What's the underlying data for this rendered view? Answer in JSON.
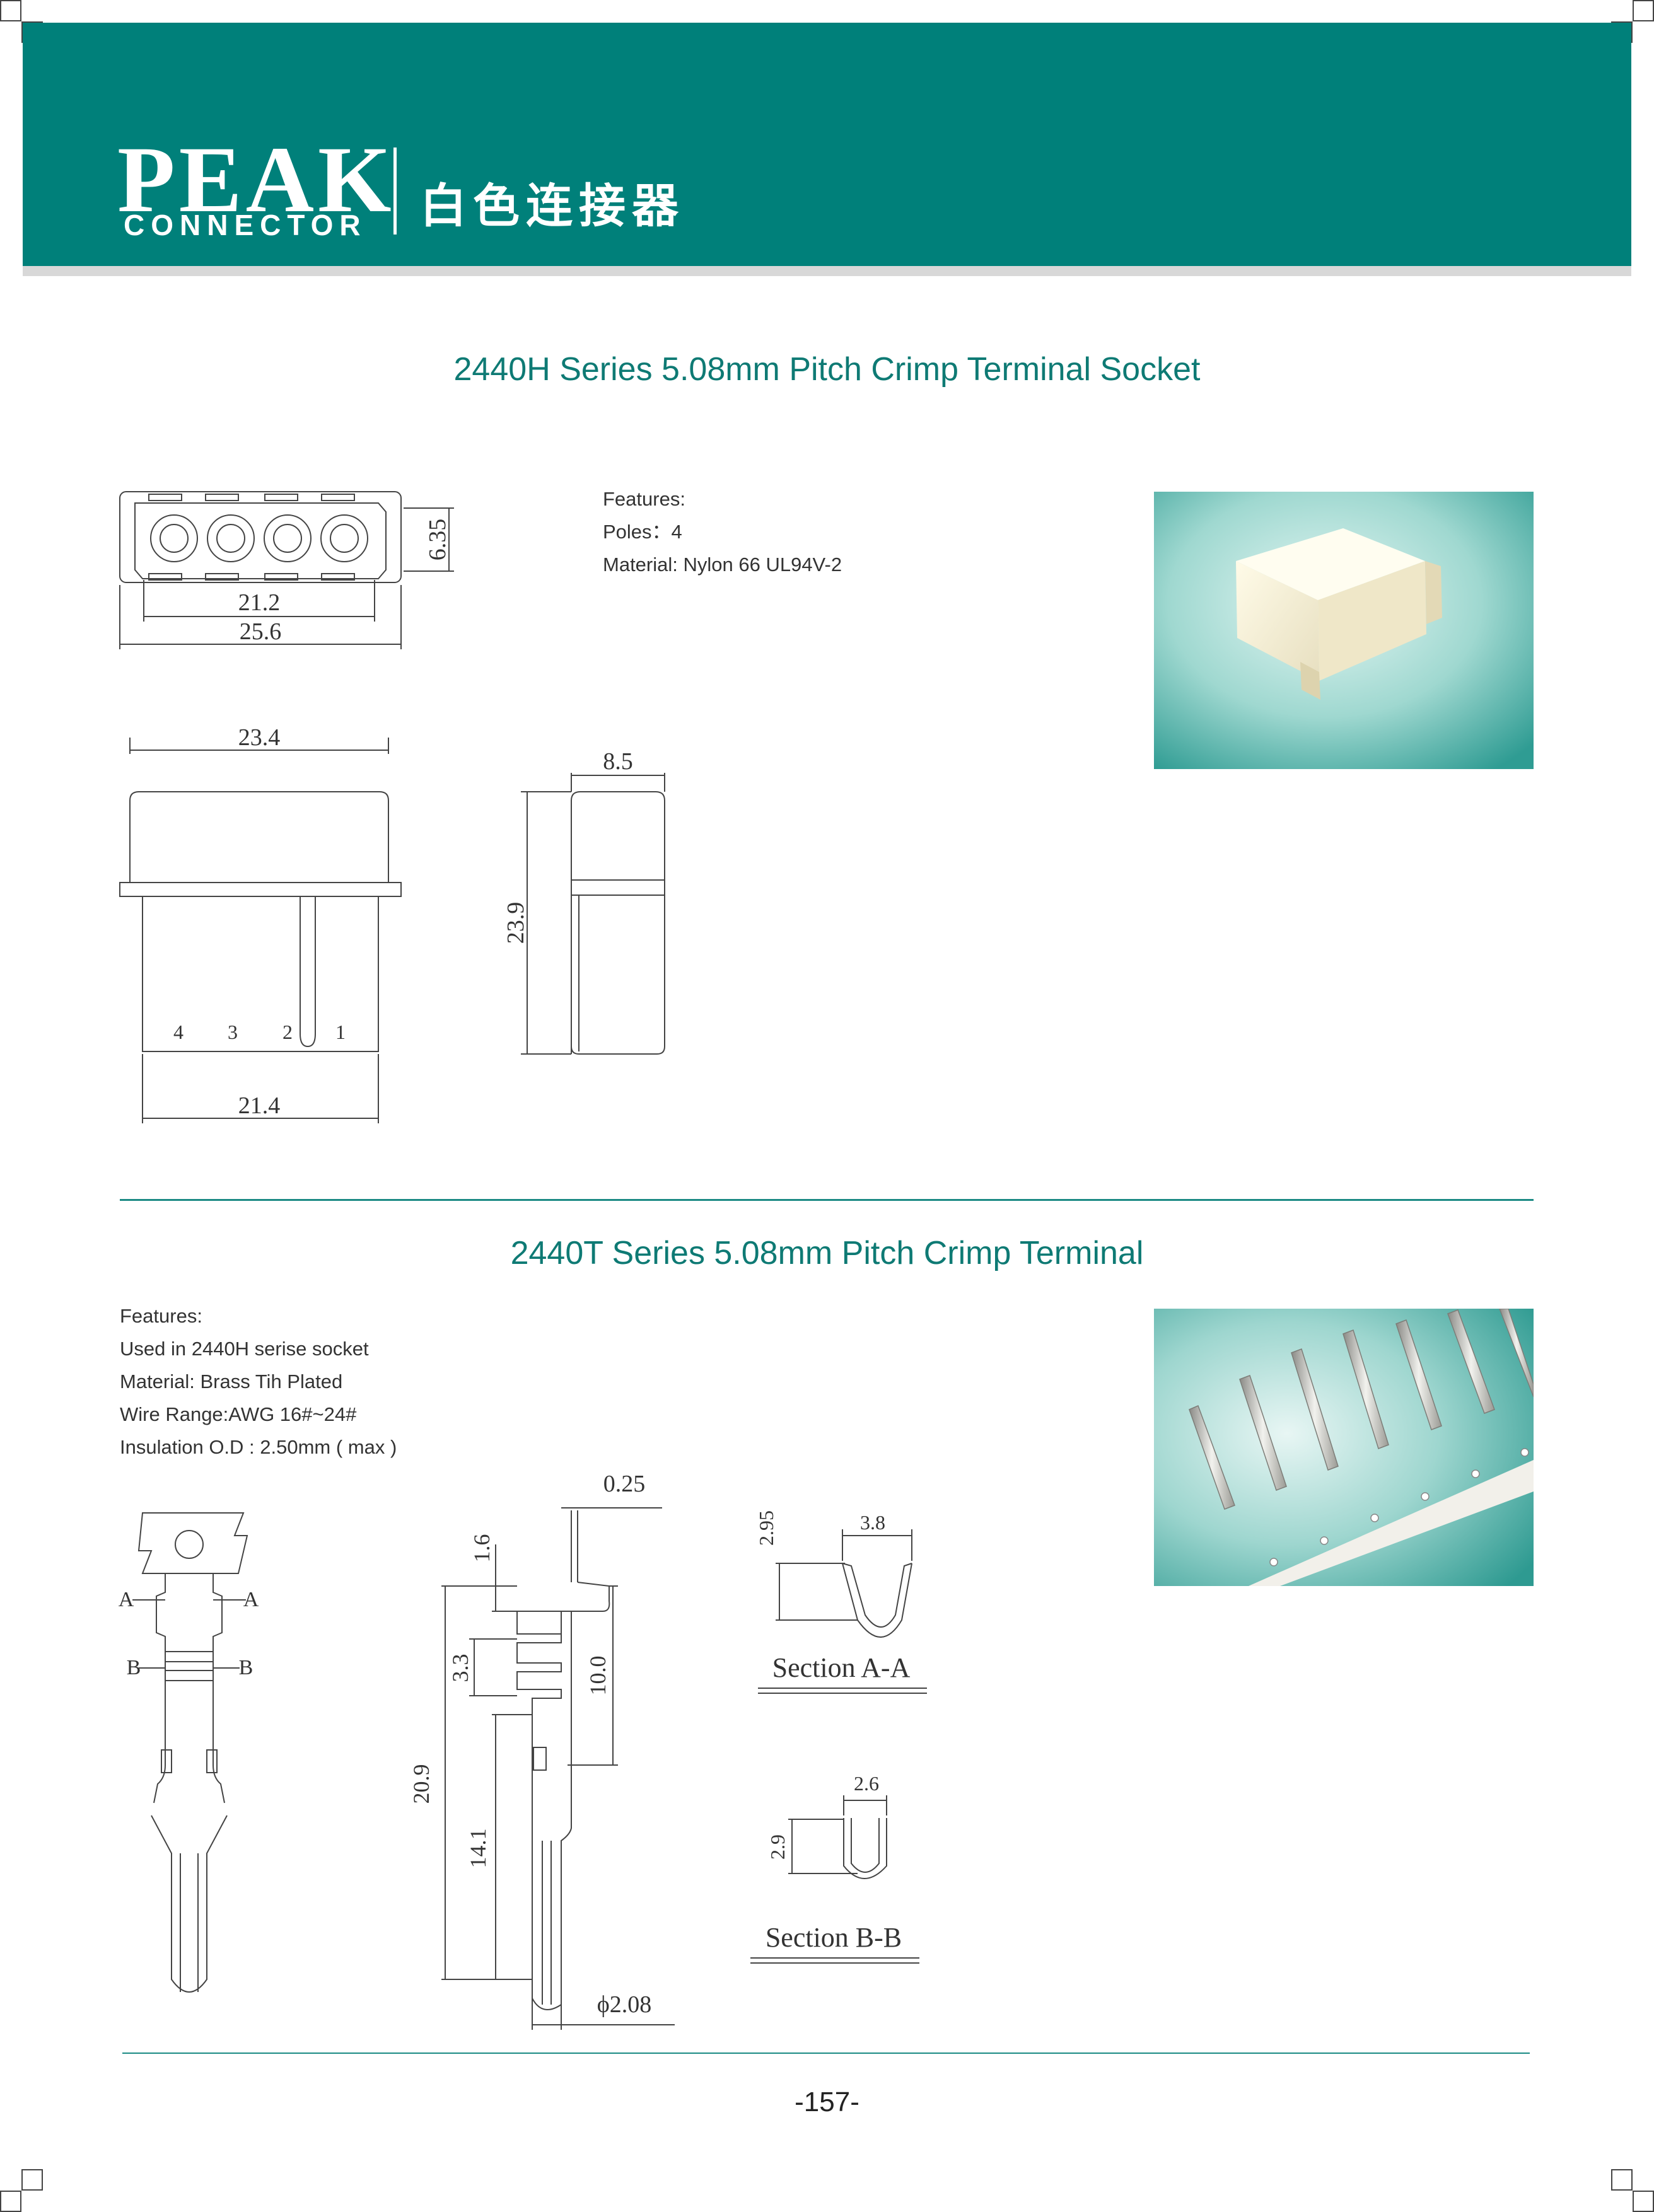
{
  "header": {
    "logo_word": "PEAK",
    "logo_sub": "CONNECTOR",
    "title_cn": "白色连接器",
    "color": "#00807a"
  },
  "socket": {
    "title": "2440H Series 5.08mm Pitch Crimp Terminal Socket",
    "features_heading": "Features:",
    "poles": "Poles：4",
    "material": "Material: Nylon 66 UL94V-2",
    "dims": {
      "d_635": "6.35",
      "d_212": "21.2",
      "d_256": "25.6",
      "d_234": "23.4",
      "d_85": "8.5",
      "d_239": "23.9",
      "d_214": "21.4"
    },
    "pin_numbers": [
      "4",
      "3",
      "2",
      "1"
    ]
  },
  "terminal": {
    "title": "2440T Series 5.08mm Pitch Crimp Terminal",
    "features": [
      "Features:",
      "Used in 2440H serise socket",
      "Material: Brass Tih Plated",
      "Wire Range:AWG 16#~24#",
      "Insulation O.D : 2.50mm ( max )"
    ],
    "dims": {
      "d_025": "0.25",
      "d_16": "1.6",
      "d_33": "3.3",
      "d_100": "10.0",
      "d_209": "20.9",
      "d_141": "14.1",
      "d_208": "ϕ2.08",
      "d_295": "2.95",
      "d_38": "3.8",
      "d_26": "2.6",
      "d_29": "2.9"
    },
    "markers": {
      "a": "A",
      "b": "B"
    },
    "section_aa": "Section A-A",
    "section_bb": "Section B-B"
  },
  "page_number": "-157-"
}
